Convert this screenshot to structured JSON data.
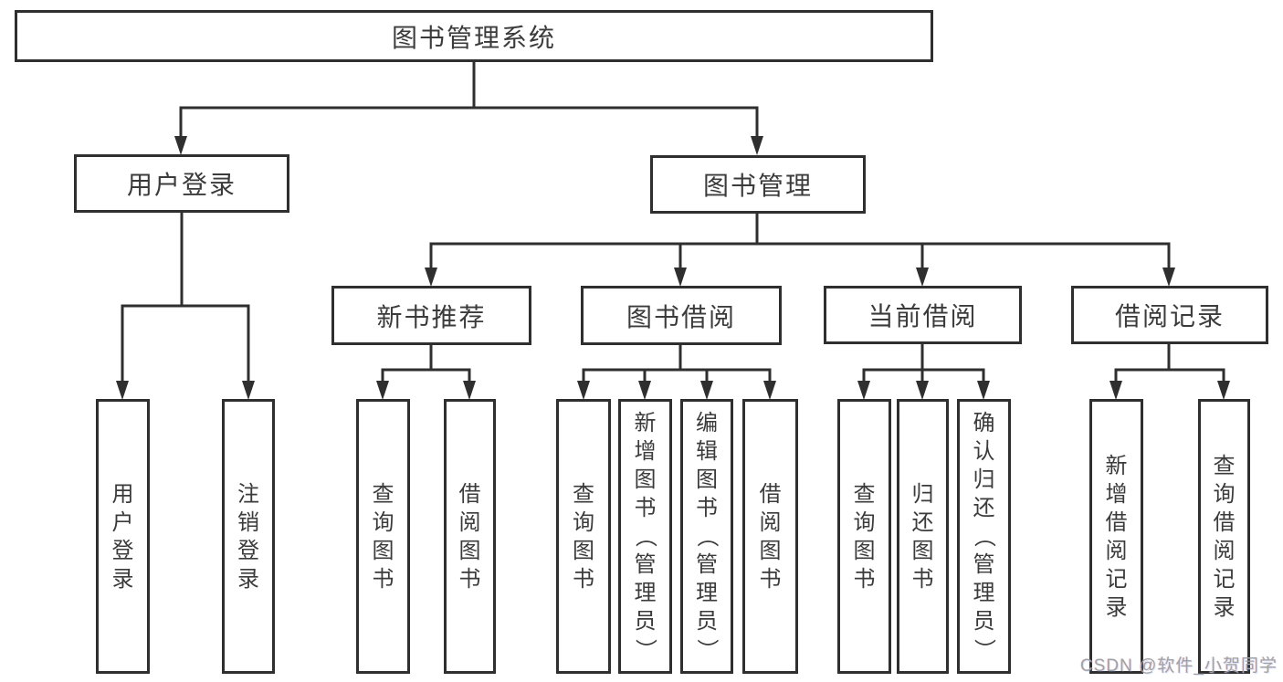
{
  "diagram": {
    "title": "图书管理系统",
    "line_color": "#2f2f2f",
    "tree": {
      "label": "图书管理系统",
      "children": [
        {
          "label": "用户登录",
          "children": [
            {
              "label": "用户登录"
            },
            {
              "label": "注销登录"
            }
          ]
        },
        {
          "label": "图书管理",
          "children": [
            {
              "label": "新书推荐",
              "children": [
                {
                  "label": "查询图书"
                },
                {
                  "label": "借阅图书"
                }
              ]
            },
            {
              "label": "图书借阅",
              "children": [
                {
                  "label": "查询图书"
                },
                {
                  "label": "新增图书（管理员）"
                },
                {
                  "label": "编辑图书（管理员）"
                },
                {
                  "label": "借阅图书"
                }
              ]
            },
            {
              "label": "当前借阅",
              "children": [
                {
                  "label": "查询图书"
                },
                {
                  "label": "归还图书"
                },
                {
                  "label": "确认归还（管理员）"
                }
              ]
            },
            {
              "label": "借阅记录",
              "children": [
                {
                  "label": "新增借阅记录"
                },
                {
                  "label": "查询借阅记录"
                }
              ]
            }
          ]
        }
      ]
    },
    "watermark": "CSDN @软件_小贺同学"
  }
}
